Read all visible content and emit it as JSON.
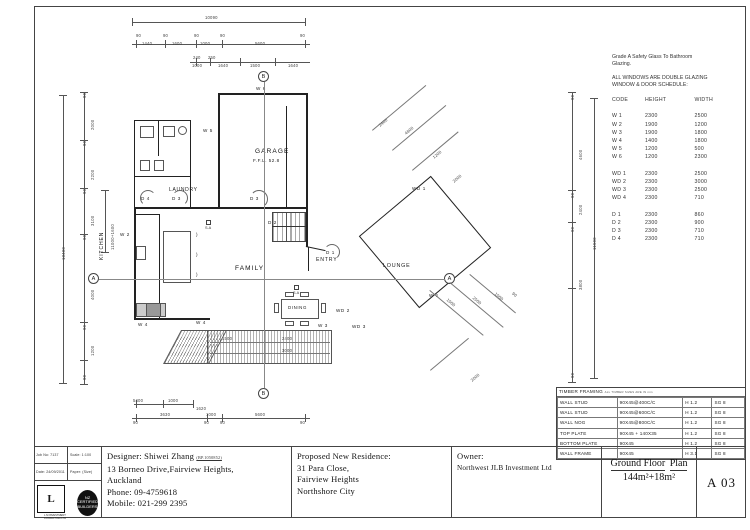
{
  "sheet": {
    "drawing_title_line1": "Ground Floor",
    "drawing_title_line2": "Plan",
    "drawing_area": "144m²+18m²",
    "sheet_number": "A 03"
  },
  "title_block": {
    "job_no_label": "Job No: 7137",
    "scale_label": "Scale: 1:100",
    "date_label": "Date: 24/09/2011",
    "paper_label": "Paper: (Size)",
    "logo_left_text": "L",
    "logo_left_caption": "L M INVESTMENT CONSULTING LTD",
    "logo_right_text": "NZ CERTIFIED BUILDERS",
    "designer_heading": "Designer: Shiwei Zhang",
    "designer_registration": "(BP.1050852)",
    "designer_address1": "13 Borneo Drive,Fairview Heights,",
    "designer_address2": "Auckland",
    "designer_phone": "Phone: 09-4759618",
    "designer_mobile": "Mobile: 021-299 2395",
    "project_heading": "Proposed New Residence:",
    "project_address1": "31 Para Close,",
    "project_address2": "Fairview Heights",
    "project_address3": "Northshore City",
    "owner_heading": "Owner:",
    "owner_name": "Northwest JLB Investment Ltd"
  },
  "notes": {
    "glass_note_line1": "Grade A Safety Glass To Bathroom",
    "glass_note_line2": "Glazing.",
    "glazing_note": "ALL WINDOWS ARE DOUBLE GLAZING",
    "schedule_heading": "WINDOW & DOOR SCHEDULE:"
  },
  "schedule": {
    "headers": [
      "CODE",
      "HEIGHT",
      "WIDTH"
    ],
    "windows": [
      {
        "code": "W 1",
        "height": "2300",
        "width": "2500"
      },
      {
        "code": "W 2",
        "height": "1900",
        "width": "1200"
      },
      {
        "code": "W 3",
        "height": "1900",
        "width": "1800"
      },
      {
        "code": "W 4",
        "height": "1400",
        "width": "1800"
      },
      {
        "code": "W 5",
        "height": "1200",
        "width": "500"
      },
      {
        "code": "W 6",
        "height": "1200",
        "width": "2300"
      }
    ],
    "window_doors": [
      {
        "code": "WD 1",
        "height": "2300",
        "width": "2500"
      },
      {
        "code": "WD 2",
        "height": "2300",
        "width": "3000"
      },
      {
        "code": "WD 3",
        "height": "2300",
        "width": "2500"
      },
      {
        "code": "WD 4",
        "height": "2300",
        "width": "710"
      }
    ],
    "doors": [
      {
        "code": "D 1",
        "height": "2300",
        "width": "860"
      },
      {
        "code": "D 2",
        "height": "2300",
        "width": "900"
      },
      {
        "code": "D 3",
        "height": "2300",
        "width": "710"
      },
      {
        "code": "D 4",
        "height": "2300",
        "width": "710"
      }
    ]
  },
  "timber_framing": {
    "title": "TIMBER FRAMING",
    "subtitle": "ALL TIMBER SIZES ARE IN mm",
    "rows": [
      {
        "member": "WALL STUD",
        "size": "90X45@400C/C",
        "treatment": "H 1.2",
        "grade": "SG 8"
      },
      {
        "member": "WALL STUD",
        "size": "90X45@600C/C",
        "treatment": "H 1.2",
        "grade": "SG 8"
      },
      {
        "member": "WALL NOG",
        "size": "90X45@800C/C",
        "treatment": "H 1.2",
        "grade": "SG 8"
      },
      {
        "member": "TOP PLATE",
        "size": "90X45 + 140X35",
        "treatment": "H 1.2",
        "grade": "SG 8"
      },
      {
        "member": "BOTTOM PLATE",
        "size": "90X45",
        "treatment": "H 1.2",
        "grade": "SG 8"
      },
      {
        "member": "WALL FRAME",
        "size": "90X45",
        "treatment": "H 3.1",
        "grade": "SG 8"
      }
    ]
  },
  "plan": {
    "rooms": [
      {
        "name": "GARAGE",
        "note": "F.F.L. 52.8"
      },
      {
        "name": "LAUNDRY",
        "note": ""
      },
      {
        "name": "KITCHEN",
        "note": ""
      },
      {
        "name": "FAMILY",
        "note": ""
      },
      {
        "name": "DINING",
        "note": ""
      },
      {
        "name": "ENTRY",
        "note": ""
      },
      {
        "name": "LOUNGE",
        "note": ""
      }
    ],
    "grid_bubbles": [
      "A",
      "A",
      "B",
      "B"
    ],
    "smoke_alarm_label": "S.A",
    "openings": [
      "W 6",
      "W 5",
      "W 2",
      "W 4",
      "W 4",
      "W 3",
      "W 1",
      "WD 1",
      "WD 2",
      "WD 3",
      "D 1",
      "D 2",
      "D 3",
      "D 4"
    ]
  },
  "dimensions": {
    "top_overall": "10090",
    "top_chain": [
      "90",
      "1440",
      "90",
      "1600",
      "90",
      "1000",
      "90",
      "5600",
      "90"
    ],
    "top_secondary": [
      "240",
      "1000",
      "250",
      "1640",
      "1500",
      "1640"
    ],
    "bottom_chain": [
      "90",
      "3630",
      "90",
      "1000",
      "90",
      "5600",
      "90"
    ],
    "bottom_secondary": [
      "5400",
      "1000",
      "1620"
    ],
    "left_overall": "13400",
    "left_chain": [
      "90",
      "2000",
      "90",
      "2200",
      "90",
      "3100",
      "90",
      "4000",
      "90",
      "1200",
      "90"
    ],
    "left_secondary": "11000+1600",
    "right_chain": [
      "90",
      "4600",
      "90",
      "2400",
      "90",
      "3800",
      "90"
    ],
    "right_overall": "11500",
    "angled": [
      "2400",
      "1000",
      "4800",
      "2400",
      "1200",
      "1500",
      "2500",
      "1000",
      "90",
      "3000",
      "2000"
    ]
  }
}
